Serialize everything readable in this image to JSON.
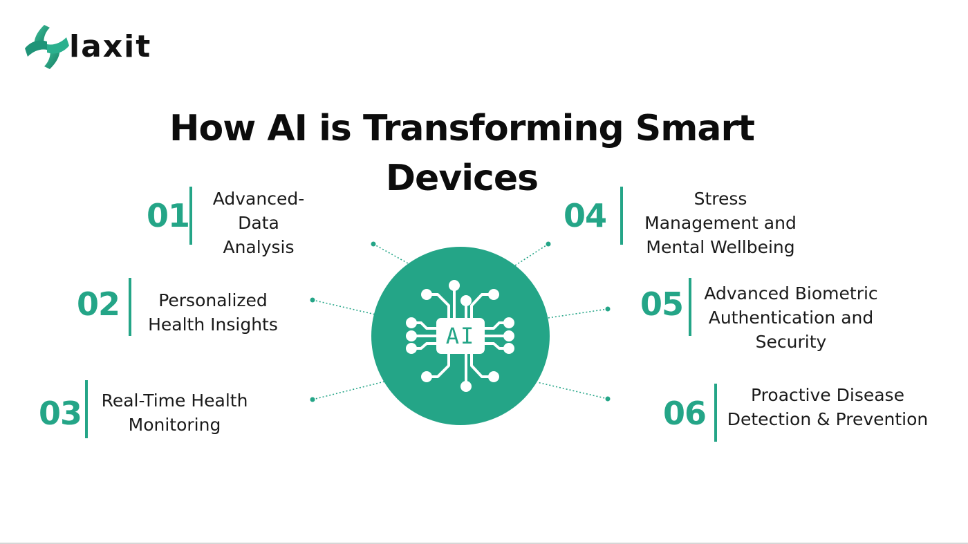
{
  "logo": {
    "text": "laxit",
    "brand_color": "#24a587"
  },
  "title": {
    "line1": "How AI is Transforming Smart",
    "line2": "Devices"
  },
  "hub": {
    "label": "AI",
    "icon": "ai-chip-icon",
    "color": "#24a587"
  },
  "items": [
    {
      "number": "01",
      "lines": [
        "Advanced-",
        "Data",
        "Analysis"
      ]
    },
    {
      "number": "02",
      "lines": [
        "Personalized",
        "Health Insights"
      ]
    },
    {
      "number": "03",
      "lines": [
        "Real-Time Health",
        "Monitoring"
      ]
    },
    {
      "number": "04",
      "lines": [
        "Stress",
        "Management and",
        "Mental Wellbeing"
      ]
    },
    {
      "number": "05",
      "lines": [
        "Advanced Biometric",
        "Authentication and",
        "Security"
      ]
    },
    {
      "number": "06",
      "lines": [
        "Proactive Disease",
        "Detection & Prevention"
      ]
    }
  ]
}
